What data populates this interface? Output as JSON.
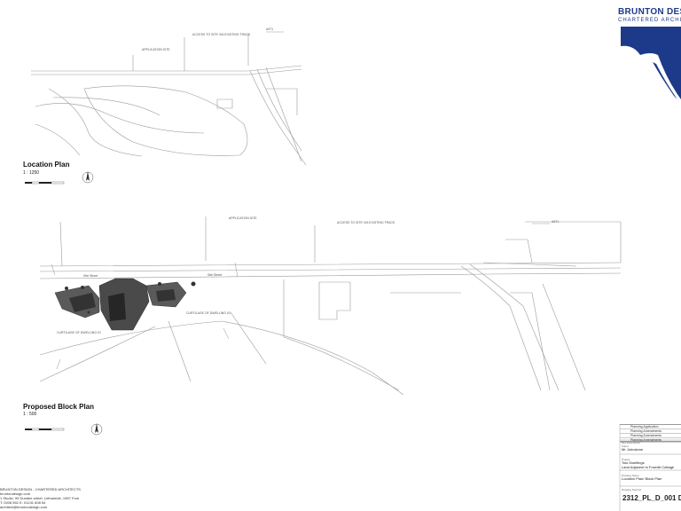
{
  "practice": {
    "name": "BRUNTON DESIGN",
    "subtitle": "CHARTERED ARCHITECTS",
    "footer_lines": [
      "BRUNTON DESIGN - CHARTERED ARCHITECTS",
      "bruntondesign.com",
      "1 Studio, 99 Dundee street, Letham/de, 1987 Fore",
      "T: 0208 552  E: 01241 608 54",
      "architect@bruntondesign.com"
    ]
  },
  "location_plan": {
    "title": "Location Plan",
    "scale": "1 : 1250",
    "labels": {
      "application_site": "APPLICATION SITE",
      "access_track": "ACCESS TO SITE VIA EXISTING TRACK",
      "a971": "A971"
    }
  },
  "block_plan": {
    "title": "Proposed Block Plan",
    "scale": "1 : 500",
    "labels": {
      "application_site": "APPLICATION SITE",
      "access_track": "ACCESS TO SITE VIA EXISTING TRACK",
      "a971": "A971",
      "curtilage_2": "CURTILAGE OF DWELLING 02",
      "curtilage_1": "CURTILAGE OF DWELLING 01",
      "site_street_left": "Site Street",
      "site_street_right": "Site Street"
    }
  },
  "title_block": {
    "revisions": [
      "Planning Application",
      "Planning Amendments",
      "Planning Amendments",
      "Planning Amendments"
    ],
    "rev_header": "Rev   Description",
    "client_label": "Client",
    "client": "Mr Johnstone",
    "project_label": "Project",
    "project_line1": "Two Dwellings",
    "project_line2": "Land Adjacent to Fowrdit Cottage",
    "drawing_label": "Drawing Name",
    "drawing_name": "Location Plan/ Block Plan",
    "number_label": "Drawing Number",
    "drawing_number": "2312_PL_D_001 D"
  },
  "colors": {
    "brand_blue": "#1d3a8a",
    "building_fill": "#4a4a4a",
    "line": "#9a9a9a"
  }
}
